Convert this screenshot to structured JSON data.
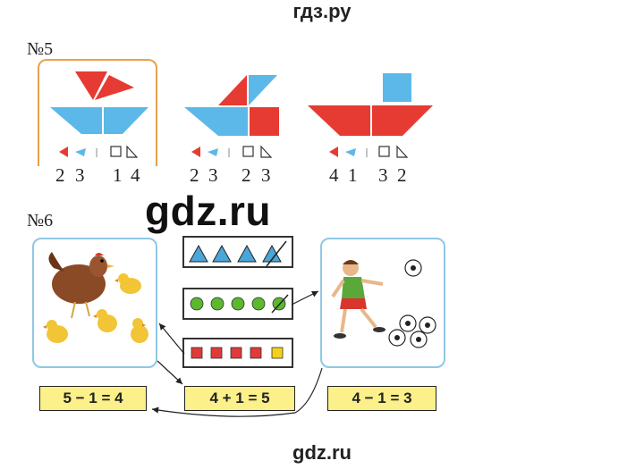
{
  "header": {
    "site_top": "гдз.ру",
    "site_bottom": "gdz.ru",
    "watermark": "gdz.ru"
  },
  "exercise5": {
    "label": "№5",
    "figures": [
      {
        "name": "boat",
        "counts": [
          "2",
          "3",
          "1",
          "4"
        ],
        "selected": true
      },
      {
        "name": "ship",
        "counts": [
          "2",
          "3",
          "2",
          "3"
        ],
        "selected": false
      },
      {
        "name": "steamboat",
        "counts": [
          "4",
          "1",
          "3",
          "2"
        ],
        "selected": false
      }
    ],
    "legend_icons": [
      "red-triangle-icon",
      "blue-triangle-icon",
      "square-icon",
      "triangle-icon"
    ]
  },
  "exercise6": {
    "label": "№6",
    "equations": [
      "5 − 1 = 4",
      "4 + 1 = 5",
      "4 − 1 = 3"
    ],
    "strips": [
      {
        "shape": "triangle",
        "count": 4,
        "crossed": 1,
        "color": "#4aa6d8"
      },
      {
        "shape": "circle",
        "count": 5,
        "crossed": 1,
        "color": "#5cb82e"
      },
      {
        "shape": "square",
        "count": 5,
        "odd_color": "#f4d21c",
        "color": "#e03a3a"
      }
    ]
  },
  "colors": {
    "red": "#e63b33",
    "blue": "#5cb8e8",
    "frame": "#8fc7e6",
    "highlight": "#e9a04d",
    "equation_bg": "#fbf089"
  }
}
